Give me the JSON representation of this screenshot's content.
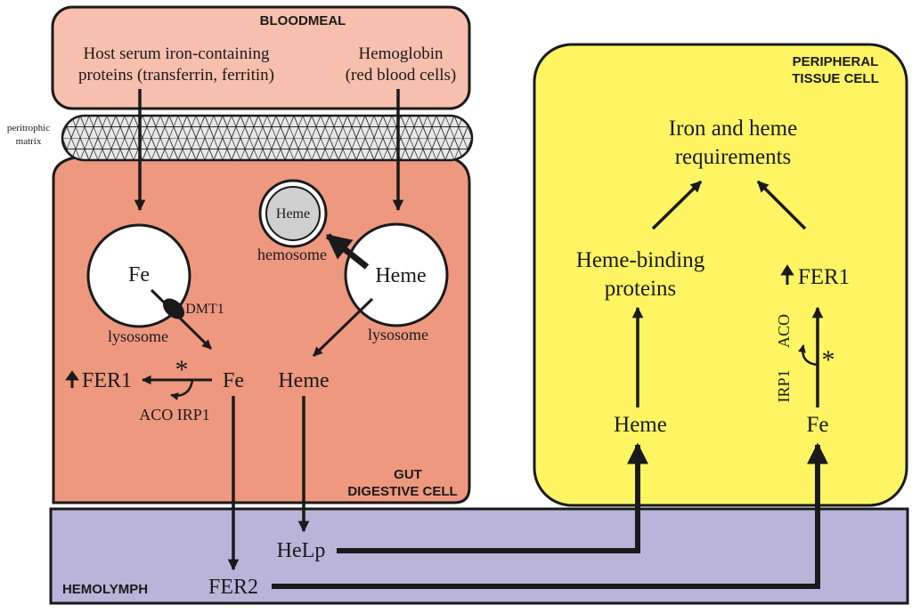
{
  "regions": {
    "bloodmeal": "BLOODMEAL",
    "peripheral_line1": "PERIPHERAL",
    "peripheral_line2": "TISSUE CELL",
    "gut_line1": "GUT",
    "gut_line2": "DIGESTIVE CELL",
    "hemolymph": "HEMOLYMPH"
  },
  "bloodmeal": {
    "host_line1": "Host serum iron-containing",
    "host_line2": "proteins (transferrin, ferritin)",
    "hemoglobin_line1": "Hemoglobin",
    "hemoglobin_line2": "(red blood cells)"
  },
  "matrix": {
    "line1": "peritrophic",
    "line2": "matrix"
  },
  "gut": {
    "lysosome_left_fe": "Fe",
    "dmt1": "DMT1",
    "lysosome_left_label": "lysosome",
    "hemosome_heme": "Heme",
    "hemosome_label": "hemosome",
    "lysosome_right_heme": "Heme",
    "lysosome_right_label": "lysosome",
    "fer1": "FER1",
    "asterisk": "*",
    "fe": "Fe",
    "aco_irp1": "ACO IRP1",
    "heme": "Heme"
  },
  "hemolymph": {
    "help": "HeLp",
    "fer2": "FER2"
  },
  "peripheral": {
    "requirements_line1": "Iron and heme",
    "requirements_line2": "requirements",
    "binding_line1": "Heme-binding",
    "binding_line2": "proteins",
    "fer1": "FER1",
    "aco": "ACO",
    "irp1": "IRP1",
    "asterisk": "*",
    "heme": "Heme",
    "fe": "Fe"
  },
  "colors": {
    "bloodmeal_fill": "#f7bfad",
    "gut_fill": "#ee9880",
    "peripheral_fill": "#fff563",
    "hemolymph_fill": "#b9b4d8",
    "matrix_fill": "#e6e6e6",
    "hemosome_fill": "#d0d0d0",
    "ink": "#1a1a1a"
  }
}
